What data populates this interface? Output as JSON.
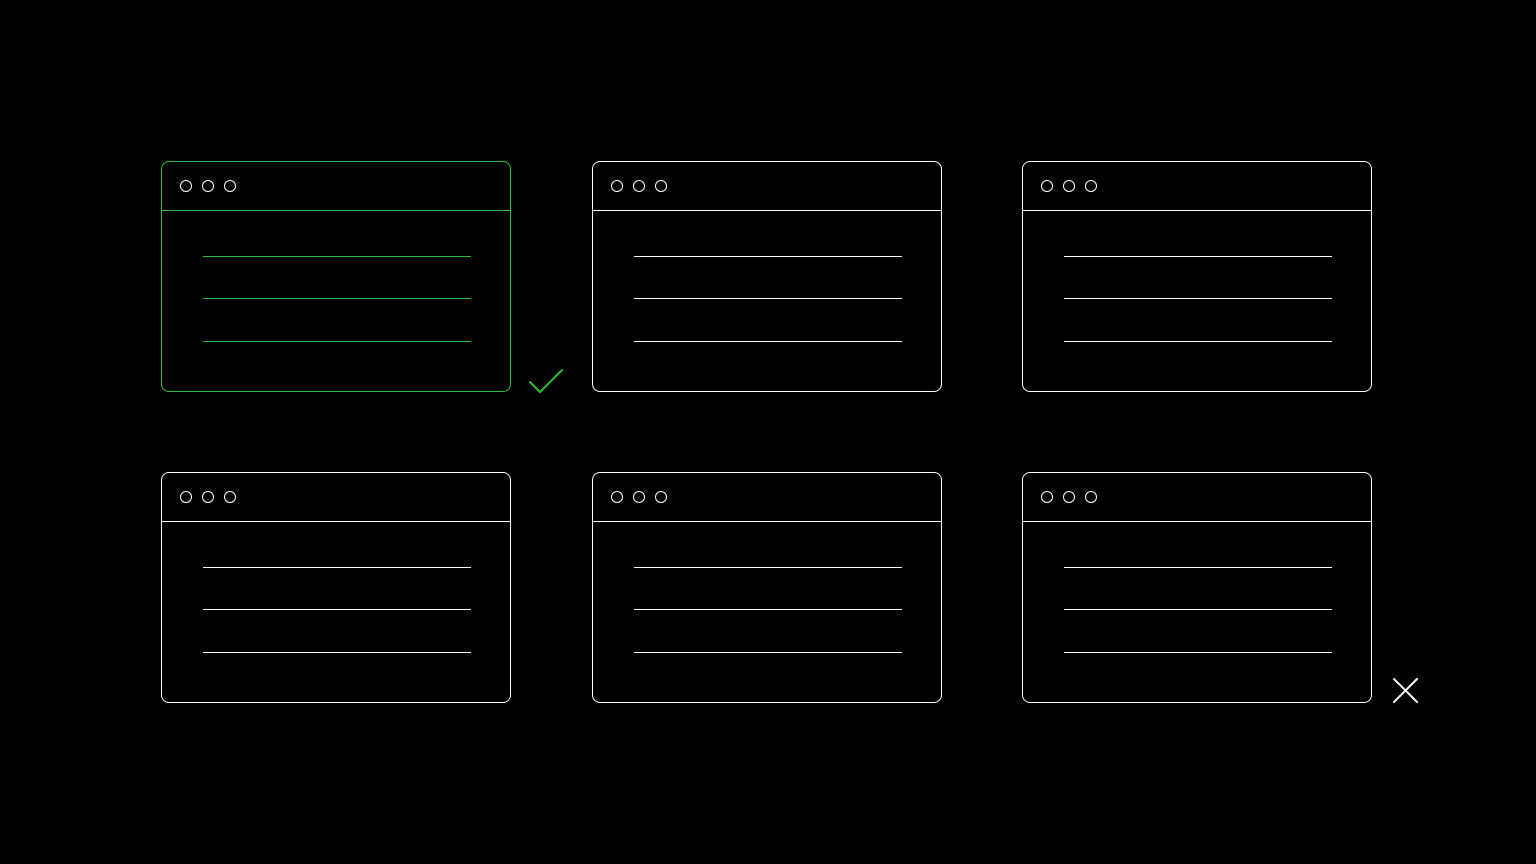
{
  "colors": {
    "background": "#000000",
    "default_outline": "#ffffff",
    "selected_outline": "#2ebd3a",
    "check_mark": "#2ebd3a",
    "cross_mark": "#ffffff"
  },
  "grid": {
    "rows": 2,
    "columns": 3,
    "windows": [
      {
        "row": 1,
        "column": 1,
        "state": "selected",
        "titlebar_dots": 3,
        "content_lines": 3
      },
      {
        "row": 1,
        "column": 2,
        "state": "default",
        "titlebar_dots": 3,
        "content_lines": 3
      },
      {
        "row": 1,
        "column": 3,
        "state": "default",
        "titlebar_dots": 3,
        "content_lines": 3
      },
      {
        "row": 2,
        "column": 1,
        "state": "default",
        "titlebar_dots": 3,
        "content_lines": 3
      },
      {
        "row": 2,
        "column": 2,
        "state": "default",
        "titlebar_dots": 3,
        "content_lines": 3
      },
      {
        "row": 2,
        "column": 3,
        "state": "default",
        "titlebar_dots": 3,
        "content_lines": 3
      }
    ]
  },
  "icons": {
    "accepted": "check-icon",
    "rejected": "close-icon"
  }
}
